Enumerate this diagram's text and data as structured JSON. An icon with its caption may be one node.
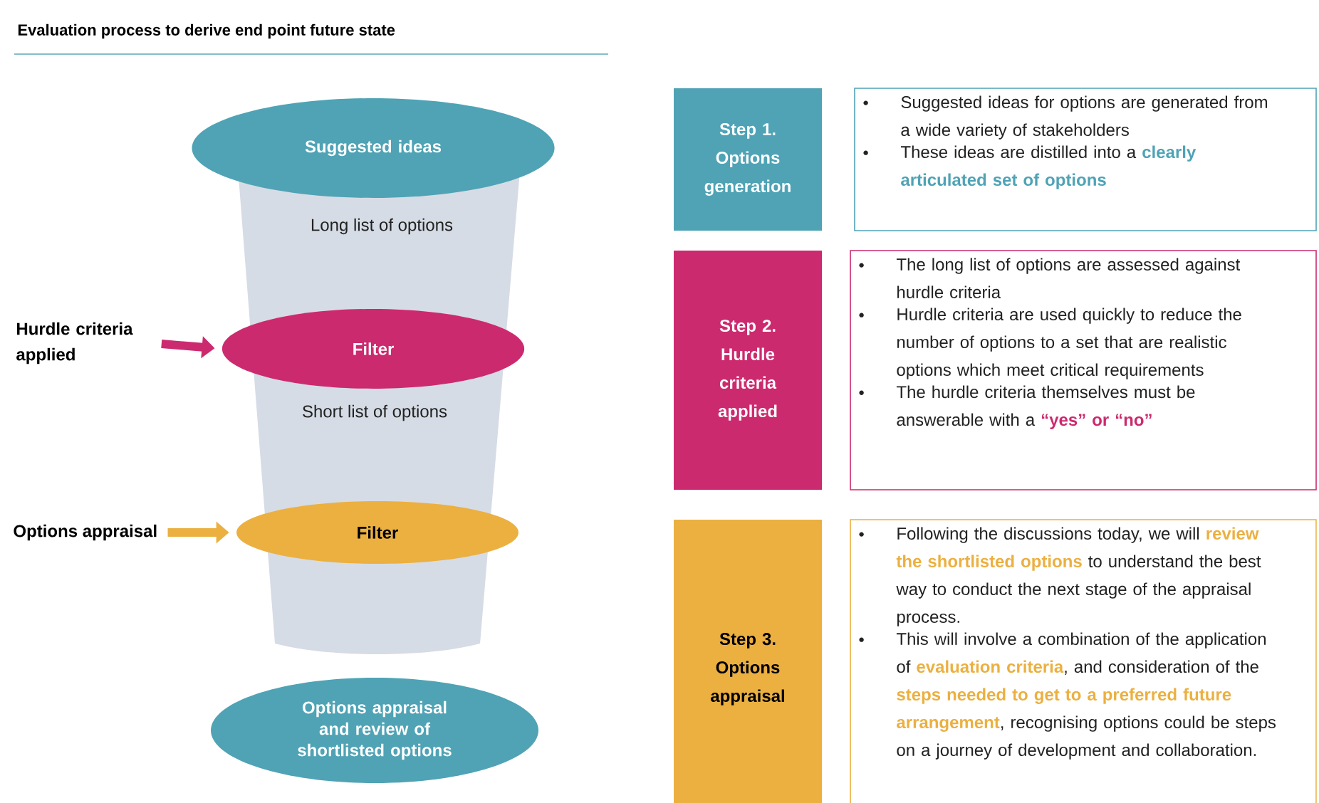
{
  "diagram": {
    "title": "Evaluation process to derive end point future state",
    "nodes": [
      {
        "text": [
          "Suggested ideas"
        ]
      },
      {
        "text": [
          "Filter"
        ]
      },
      {
        "text": [
          "Filter"
        ]
      },
      {
        "text": [
          "Options appraisal and review of shortlisted options"
        ]
      },
      {
        "text": [
          "Hurdle criteria applied"
        ]
      },
      {
        "text": [
          "Options appraisal"
        ]
      },
      {
        "text": [
          "Step 1. Options generation"
        ]
      },
      {
        "text": [
          "Suggested ideas for options are generated from a wide variety of stakeholders",
          "These ideas are distilled into a **clearly articulated set of options**"
        ]
      },
      {
        "text": [
          "Step 2. Hurdle criteria applied"
        ]
      },
      {
        "text": [
          "The long list of options are assessed against hurdle criteria",
          "Hurdle criteria are used quickly to reduce the number of options to a set that are realistic options which meet critical requirements",
          "The hurdle criteria themselves must be answerable with a **“yes” or “no”**"
        ]
      },
      {
        "text": [
          "Step 3. Options appraisal"
        ]
      },
      {
        "text": [
          "Following the discussions today, we will **review the shortlisted options** to understand the best way to conduct the next stage of the appraisal process.",
          "This will involve a combination of the application of **evaluation criteria**, and consideration of the **steps needed to get to a preferred future arrangement**, recognising options could be steps on a journey of development and collaboration."
        ]
      }
    ],
    "edges": [
      {
        "from": 4,
        "to": 1,
        "arrow": "to",
        "color": "#cc2a6f"
      },
      {
        "from": 5,
        "to": 2,
        "arrow": "to",
        "color": "#ebb040"
      }
    ],
    "labels": [
      "Long list of options",
      "Short list of options"
    ]
  }
}
